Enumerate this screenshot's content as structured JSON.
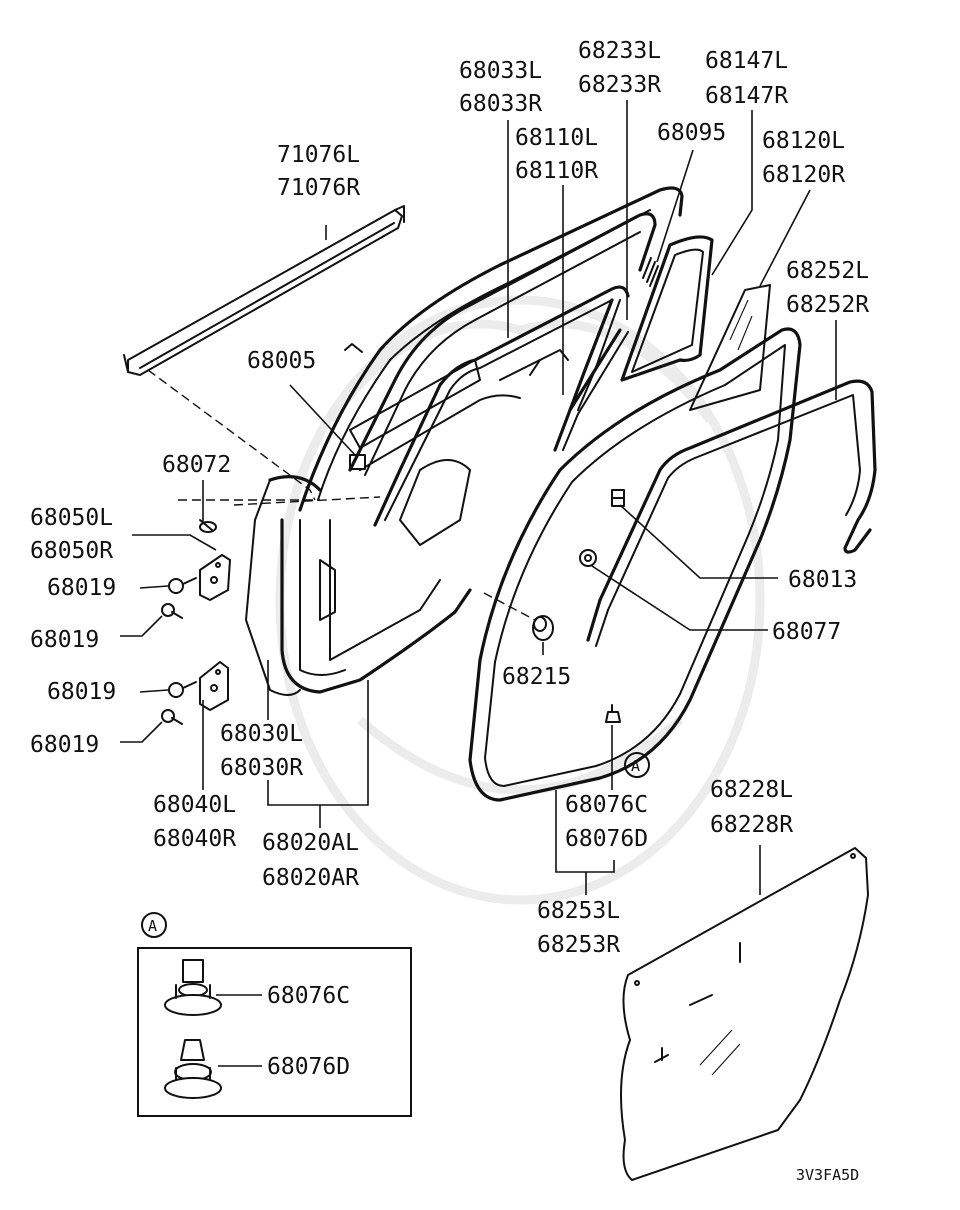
{
  "diagram": {
    "code": "3V3FA5D",
    "detail_marker": "A",
    "detail_box": {
      "marker": "A",
      "items": [
        "68076C",
        "68076D"
      ]
    },
    "labels": {
      "p71076": [
        "71076L",
        "71076R"
      ],
      "p68033": [
        "68033L",
        "68033R"
      ],
      "p68233": [
        "68233L",
        "68233R"
      ],
      "p68147": [
        "68147L",
        "68147R"
      ],
      "p68110": [
        "68110L",
        "68110R"
      ],
      "p68095": [
        "68095"
      ],
      "p68120": [
        "68120L",
        "68120R"
      ],
      "p68252": [
        "68252L",
        "68252R"
      ],
      "p68005": [
        "68005"
      ],
      "p68072": [
        "68072"
      ],
      "p68050": [
        "68050L",
        "68050R"
      ],
      "p68019a": [
        "68019"
      ],
      "p68019b": [
        "68019"
      ],
      "p68019c": [
        "68019"
      ],
      "p68019d": [
        "68019"
      ],
      "p68013": [
        "68013"
      ],
      "p68077": [
        "68077"
      ],
      "p68215": [
        "68215"
      ],
      "p68030": [
        "68030L",
        "68030R"
      ],
      "p68040": [
        "68040L",
        "68040R"
      ],
      "p68020": [
        "68020AL",
        "68020AR"
      ],
      "p68076": [
        "68076C",
        "68076D"
      ],
      "p68228": [
        "68228L",
        "68228R"
      ],
      "p68253": [
        "68253L",
        "68253R"
      ]
    }
  }
}
